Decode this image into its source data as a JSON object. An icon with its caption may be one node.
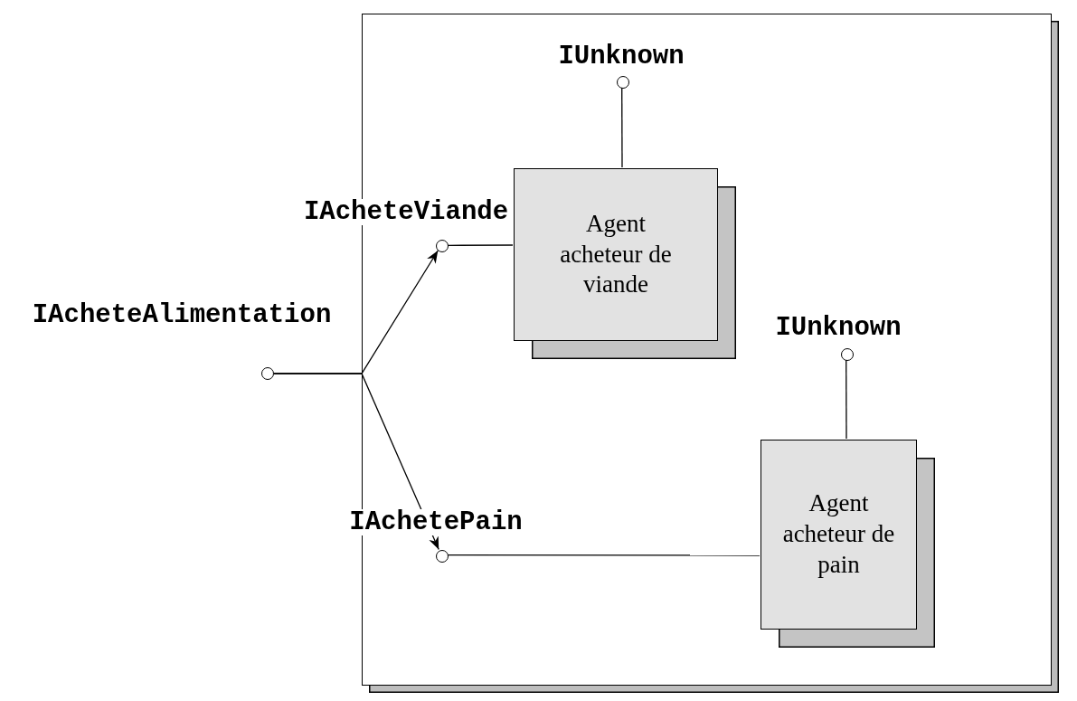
{
  "diagram": {
    "nodes": [
      {
        "text": [],
        "shape": "box"
      },
      {
        "text": [
          "IUnknown"
        ],
        "in": 0
      },
      {
        "text": [
          "IAcheteViande"
        ],
        "in": 0
      },
      {
        "text": [
          "Agent acheteur de viande"
        ],
        "in": 0
      },
      {
        "text": [
          "IAcheteAlimentation"
        ]
      },
      {
        "text": [
          "IUnknown"
        ],
        "in": 0
      },
      {
        "text": [
          "IAchetePain"
        ],
        "in": 0
      },
      {
        "text": [
          "Agent acheteur de pain"
        ],
        "in": 0
      }
    ],
    "edges": [
      {
        "from": 1,
        "to": 3,
        "arrow": "none"
      },
      {
        "from": 2,
        "to": 3,
        "arrow": "none"
      },
      {
        "from": 4,
        "to": 2,
        "arrow": "to"
      },
      {
        "from": 4,
        "to": 6,
        "arrow": "to"
      },
      {
        "from": 5,
        "to": 7,
        "arrow": "none"
      },
      {
        "from": 6,
        "to": 7,
        "arrow": "none"
      }
    ]
  }
}
